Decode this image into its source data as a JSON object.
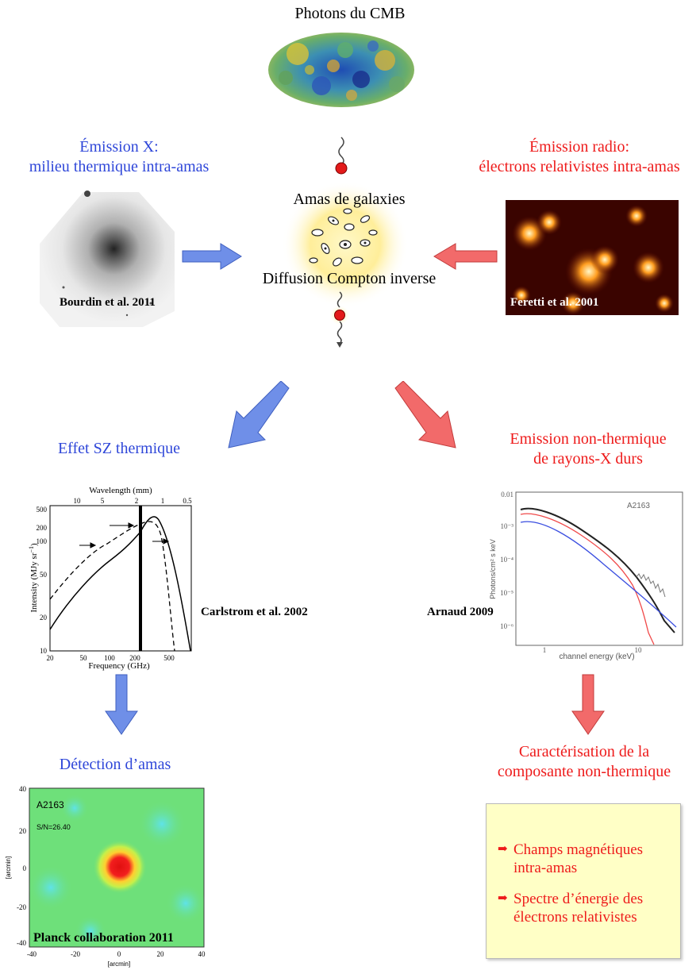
{
  "top": {
    "title": "Photons du CMB"
  },
  "left_top": {
    "title_line1": "Émission X:",
    "title_line2": "milieu thermique intra-amas",
    "credit": "Bourdin et al. 2011"
  },
  "right_top": {
    "title_line1": "Émission radio:",
    "title_line2": "électrons relativistes intra-amas",
    "credit": "Feretti et al. 2001"
  },
  "center": {
    "label_top": "Amas de galaxies",
    "label_bottom": "Diffusion Compton inverse"
  },
  "sz": {
    "title": "Effet SZ thermique",
    "credit": "Carlstrom et al. 2002"
  },
  "nonthermal": {
    "title_line1": "Emission non-thermique",
    "title_line2": "de rayons-X durs",
    "credit": "Arnaud 2009"
  },
  "detection": {
    "title": "Détection d’amas",
    "credit": "Planck collaboration 2011"
  },
  "characterisation": {
    "title_line1": "Caractérisation de la",
    "title_line2": "composante non-thermique",
    "bullets": [
      {
        "mark": "➡",
        "line1": "Champs magnétiques",
        "line2": "intra-amas"
      },
      {
        "mark": "➡",
        "line1": "Spectre d’énergie des",
        "line2": "électrons relativistes"
      }
    ]
  },
  "colors": {
    "blue": "#2f47d9",
    "red": "#ee1b1b",
    "arrow_blue": "#6f8fe8",
    "arrow_red": "#f26a6a",
    "callout_bg": "#ffffc6"
  },
  "sz_chart": {
    "top_axis_label": "Wavelength (mm)",
    "top_ticks": [
      "10",
      "5",
      "2",
      "1",
      "0.5"
    ],
    "x_label": "Frequency (GHz)",
    "x_ticks": [
      "20",
      "50",
      "100",
      "200",
      "500"
    ],
    "y_label": "Intensity (MJy sr",
    "y_label_sup": "−1",
    "y_label_end": ")",
    "y_ticks": [
      "10",
      "20",
      "50",
      "100",
      "200",
      "500"
    ]
  },
  "spectrum_chart": {
    "x_label": "channel energy (keV)",
    "y_label": "Photons/cm² s keV",
    "label": "A2163",
    "x_ticks": [
      "1",
      "10"
    ],
    "y_ticks": [
      "0.01",
      "10⁻³",
      "10⁻⁴",
      "10⁻⁵",
      "10⁻⁶"
    ]
  },
  "planck_map": {
    "label": "A2163",
    "snr": "S/N=26.40",
    "x_ticks": [
      "-40",
      "-20",
      "0",
      "20",
      "40"
    ],
    "y_ticks": [
      "40",
      "20",
      "0",
      "-20",
      "-40"
    ],
    "x_label": "[arcmin]",
    "y_label": "[arcmin]"
  }
}
